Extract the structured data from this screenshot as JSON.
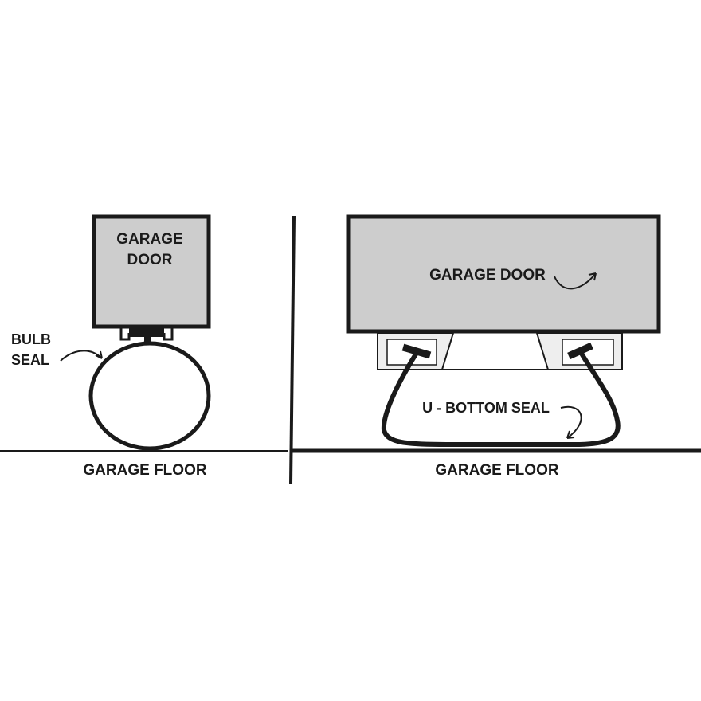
{
  "colors": {
    "door_fill": "#cdcdcd",
    "outline": "#1a1a1a",
    "background": "#ffffff",
    "rail_fill": "#e6e6e6"
  },
  "left_panel": {
    "door_label_line1": "GARAGE",
    "door_label_line2": "DOOR",
    "seal_label_line1": "BULB",
    "seal_label_line2": "SEAL",
    "floor_label": "GARAGE FLOOR"
  },
  "right_panel": {
    "door_label": "GARAGE DOOR",
    "seal_label": "U - BOTTOM SEAL",
    "floor_label": "GARAGE FLOOR"
  },
  "icons": {
    "door_arrow": "curved-arrow-icon",
    "bulb_arrow": "curved-arrow-icon",
    "seal_arrow": "curved-arrow-icon"
  }
}
